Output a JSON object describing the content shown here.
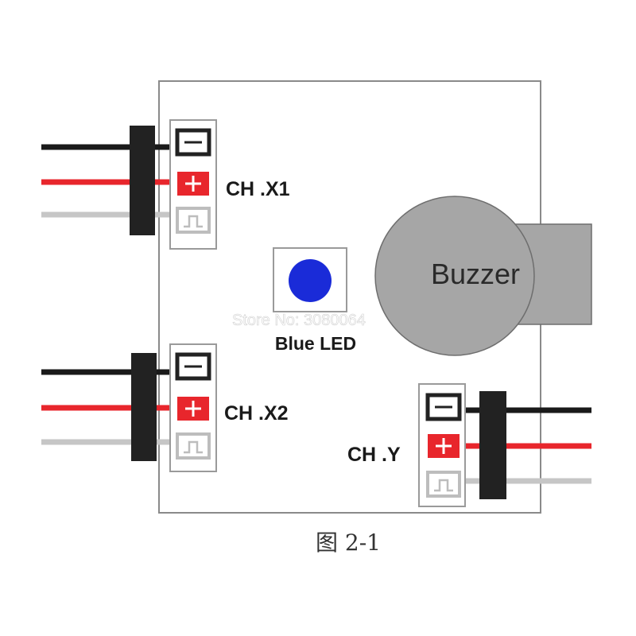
{
  "board": {
    "channels": [
      {
        "label": "CH .X1"
      },
      {
        "label": "CH .X2"
      },
      {
        "label": "CH .Y"
      }
    ],
    "led_label": "Blue LED",
    "buzzer_label": "Buzzer",
    "watermark": "Store No: 3080064",
    "caption": "图 2-1"
  },
  "colors": {
    "board_outline": "#888888",
    "connector": "#222222",
    "wire_ground": "#1a1a1a",
    "wire_power": "#e8262c",
    "wire_signal": "#c6c6c6",
    "pad_power": "#e8262c",
    "led": "#1a2bd8",
    "buzzer": "#a6a6a6"
  }
}
